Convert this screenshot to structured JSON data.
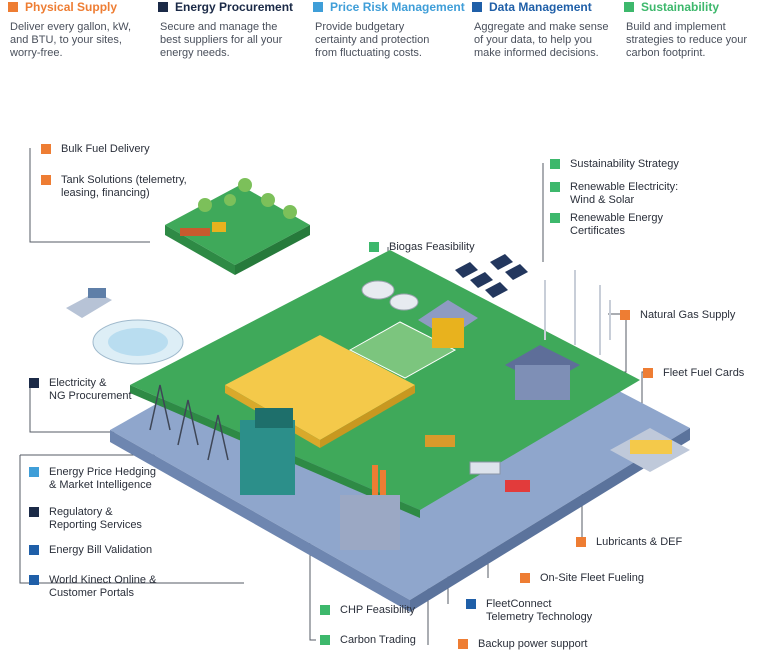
{
  "colors": {
    "orange": "#EE7D33",
    "navy": "#1B2A47",
    "lightblue": "#3F9ED8",
    "blue": "#1F5FA8",
    "green": "#3DB86C",
    "grass": "#3FA95A",
    "platform": "#8FA6CC",
    "hay": "#F4C94A"
  },
  "header": [
    {
      "title": "Physical Supply",
      "title_color": "#EE7D33",
      "square": "#EE7D33",
      "desc": "Deliver every gallon, kW,\nand BTU, to your sites,\nworry-free."
    },
    {
      "title": "Energy Procurement",
      "title_color": "#1B2A47",
      "square": "#1B2A47",
      "desc": "Secure and manage the\nbest suppliers for all your\nenergy needs."
    },
    {
      "title": "Price Risk Management",
      "title_color": "#3F9ED8",
      "square": "#3F9ED8",
      "desc": "Provide budgetary\ncertainty and protection\nfrom fluctuating costs."
    },
    {
      "title": "Data Management",
      "title_color": "#1F5FA8",
      "square": "#1F5FA8",
      "desc": "Aggregate and make sense\nof your data, to help you\nmake informed decisions."
    },
    {
      "title": "Sustainability",
      "title_color": "#3DB86C",
      "square": "#3DB86C",
      "desc": "Build and implement\nstrategies to reduce your\ncarbon footprint."
    }
  ],
  "labels": {
    "bulk_fuel": {
      "text": "Bulk Fuel Delivery",
      "color": "#EE7D33"
    },
    "tank_solutions": {
      "text": "Tank Solutions (telemetry,\nleasing, financing)",
      "color": "#EE7D33"
    },
    "sustainability_strategy": {
      "text": "Sustainability Strategy",
      "color": "#3DB86C"
    },
    "renewable_electricity": {
      "text": "Renewable Electricity:\nWind & Solar",
      "color": "#3DB86C"
    },
    "renewable_certificates": {
      "text": "Renewable Energy\nCertificates",
      "color": "#3DB86C"
    },
    "biogas": {
      "text": "Biogas Feasibility",
      "color": "#3DB86C"
    },
    "natural_gas": {
      "text": "Natural Gas Supply",
      "color": "#EE7D33"
    },
    "fleet_fuel_cards": {
      "text": "Fleet Fuel Cards",
      "color": "#EE7D33"
    },
    "electricity_ng": {
      "text": "Electricity &\nNG Procurement",
      "color": "#1B2A47"
    },
    "price_hedging": {
      "text": "Energy Price Hedging\n& Market Intelligence",
      "color": "#3F9ED8"
    },
    "regulatory": {
      "text": "Regulatory &\nReporting Services",
      "color": "#1B2A47"
    },
    "bill_validation": {
      "text": "Energy Bill Validation",
      "color": "#1F5FA8"
    },
    "kinect_online": {
      "text": "World Kinect Online &\nCustomer Portals",
      "color": "#1F5FA8"
    },
    "lubricants": {
      "text": "Lubricants & DEF",
      "color": "#EE7D33"
    },
    "onsite_fleet": {
      "text": "On-Site Fleet Fueling",
      "color": "#EE7D33"
    },
    "fleetconnect": {
      "text": "FleetConnect\nTelemetry Technology",
      "color": "#1F5FA8"
    },
    "chp": {
      "text": "CHP Feasibility",
      "color": "#3DB86C"
    },
    "carbon_trading": {
      "text": "Carbon Trading",
      "color": "#3DB86C"
    },
    "backup_power": {
      "text": "Backup power support",
      "color": "#EE7D33"
    }
  }
}
